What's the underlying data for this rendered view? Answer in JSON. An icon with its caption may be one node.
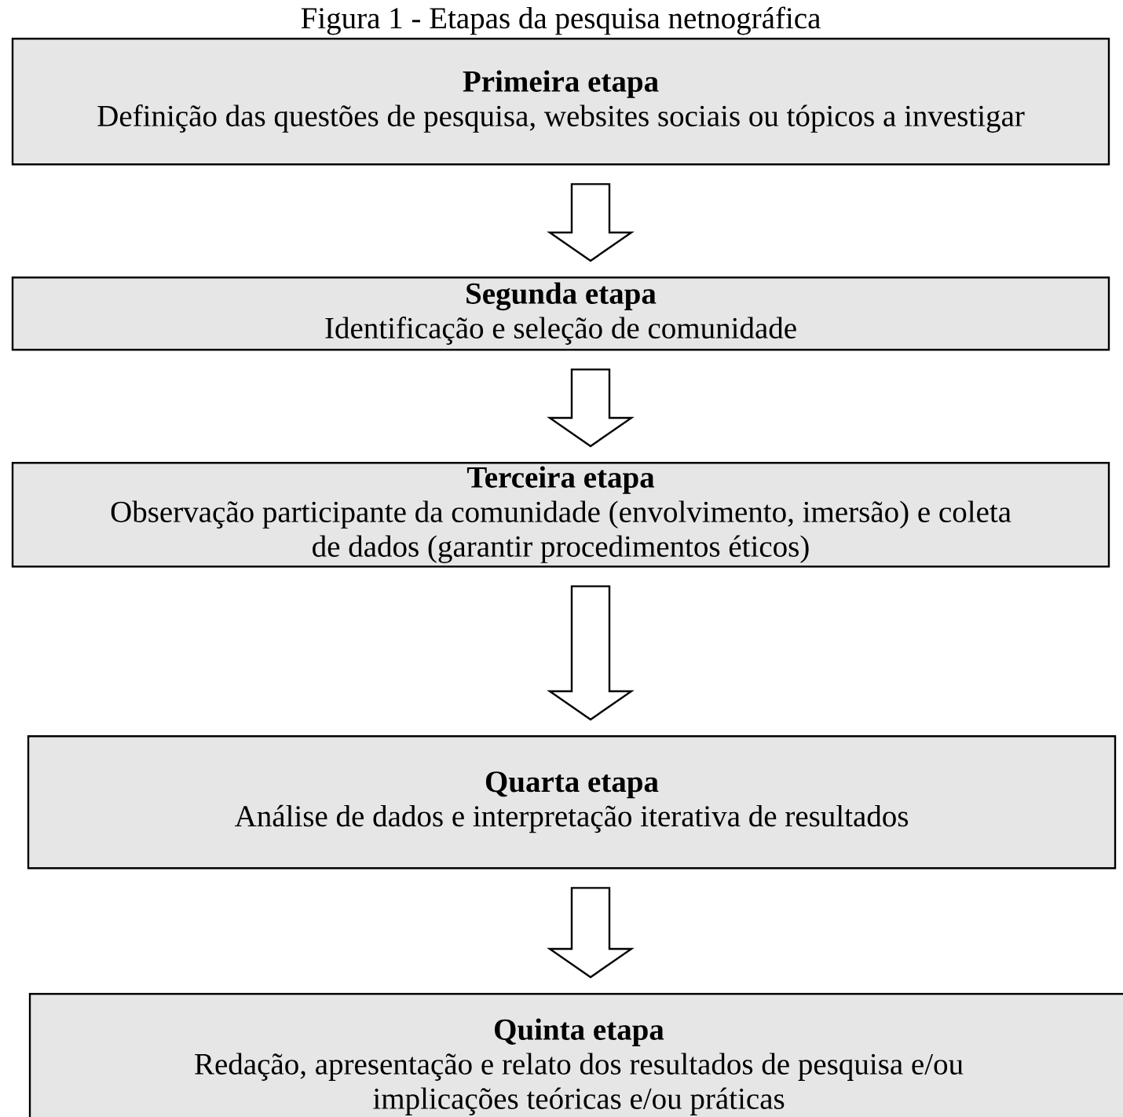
{
  "diagram": {
    "title": "Figura 1 - Etapas da pesquisa netnográfica",
    "nodes": [
      {
        "text": [
          "Primeira etapa",
          "Definição das questões de pesquisa, websites sociais ou tópicos a investigar"
        ]
      },
      {
        "text": [
          "Segunda etapa",
          "Identificação e seleção de comunidade"
        ]
      },
      {
        "text": [
          "Terceira etapa",
          "Observação participante da comunidade (envolvimento, imersão) e coleta de dados (garantir procedimentos éticos)"
        ]
      },
      {
        "text": [
          "Quarta etapa",
          "Análise de dados e interpretação iterativa de resultados"
        ]
      },
      {
        "text": [
          "Quinta etapa",
          "Redação, apresentação e relato dos resultados de pesquisa e/ou implicações teóricas e/ou práticas"
        ]
      }
    ],
    "edges": [
      {
        "from": 0,
        "to": 1,
        "arrow": "to"
      },
      {
        "from": 1,
        "to": 2,
        "arrow": "to"
      },
      {
        "from": 2,
        "to": 3,
        "arrow": "to"
      },
      {
        "from": 3,
        "to": 4,
        "arrow": "to"
      }
    ]
  }
}
